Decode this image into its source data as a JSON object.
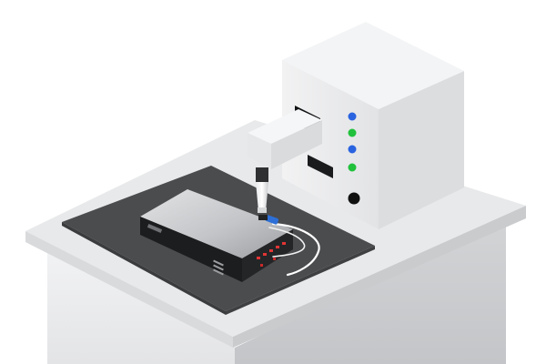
{
  "scene": {
    "colors": {
      "background": "#ffffff",
      "counter_top": "#e7e8e9",
      "counter_edge": "#cfd1d3",
      "cabinet_front": "#eeeff0",
      "cabinet_side": "#d6d8da",
      "mat": "#4a4b4d",
      "mat_edge": "#3a3b3d",
      "device_top": "#c9cacc",
      "device_front": "#1b1c1e",
      "device_side": "#2a2b2d",
      "led_red": "#d92b2b",
      "instrument_front": "#ececed",
      "instrument_side": "#dcdde0",
      "instrument_top": "#f4f5f6",
      "arm": "#e5e6e8",
      "probe_cap": "#2d6fd6",
      "led_blue": "#2a63e0",
      "led_green": "#21c13c",
      "button_black": "#111111",
      "cable": "#ffffff"
    },
    "indicators": [
      {
        "name": "led-blue-top",
        "color": "#2a63e0"
      },
      {
        "name": "led-green-1",
        "color": "#21c13c"
      },
      {
        "name": "led-blue-2",
        "color": "#2a63e0"
      },
      {
        "name": "led-green-2",
        "color": "#21c13c"
      },
      {
        "name": "black-button",
        "color": "#111111"
      }
    ]
  }
}
